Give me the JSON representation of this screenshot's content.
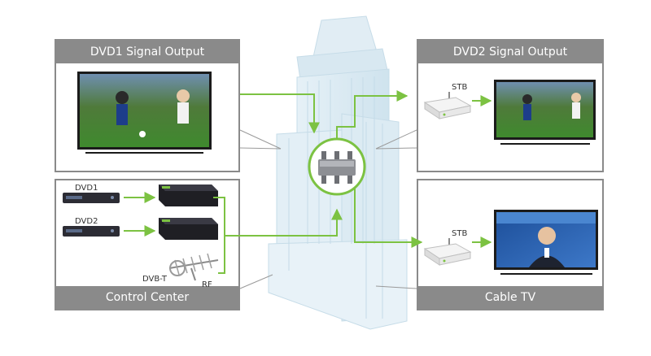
{
  "panels": {
    "dvd1_output": {
      "title": "DVD1 Signal Output"
    },
    "dvd2_output": {
      "title": "DVD2 Signal Output"
    },
    "control_center": {
      "title": "Control Center"
    },
    "cable_tv": {
      "title": "Cable TV"
    }
  },
  "labels": {
    "dvd1": "DVD1",
    "dvd2": "DVD2",
    "dvbt": "DVB-T",
    "rf": "RF",
    "stb_top": "STB",
    "stb_bottom": "STB"
  },
  "colors": {
    "connector": "#7cc242",
    "panel_border": "#8a8a8a",
    "building": "#d9eaf3",
    "building_edge": "#b8d3e2"
  },
  "icons": [
    "tv-icon",
    "dvd-player-icon",
    "modulator-icon",
    "antenna-icon",
    "splitter-icon",
    "set-top-box-icon"
  ]
}
